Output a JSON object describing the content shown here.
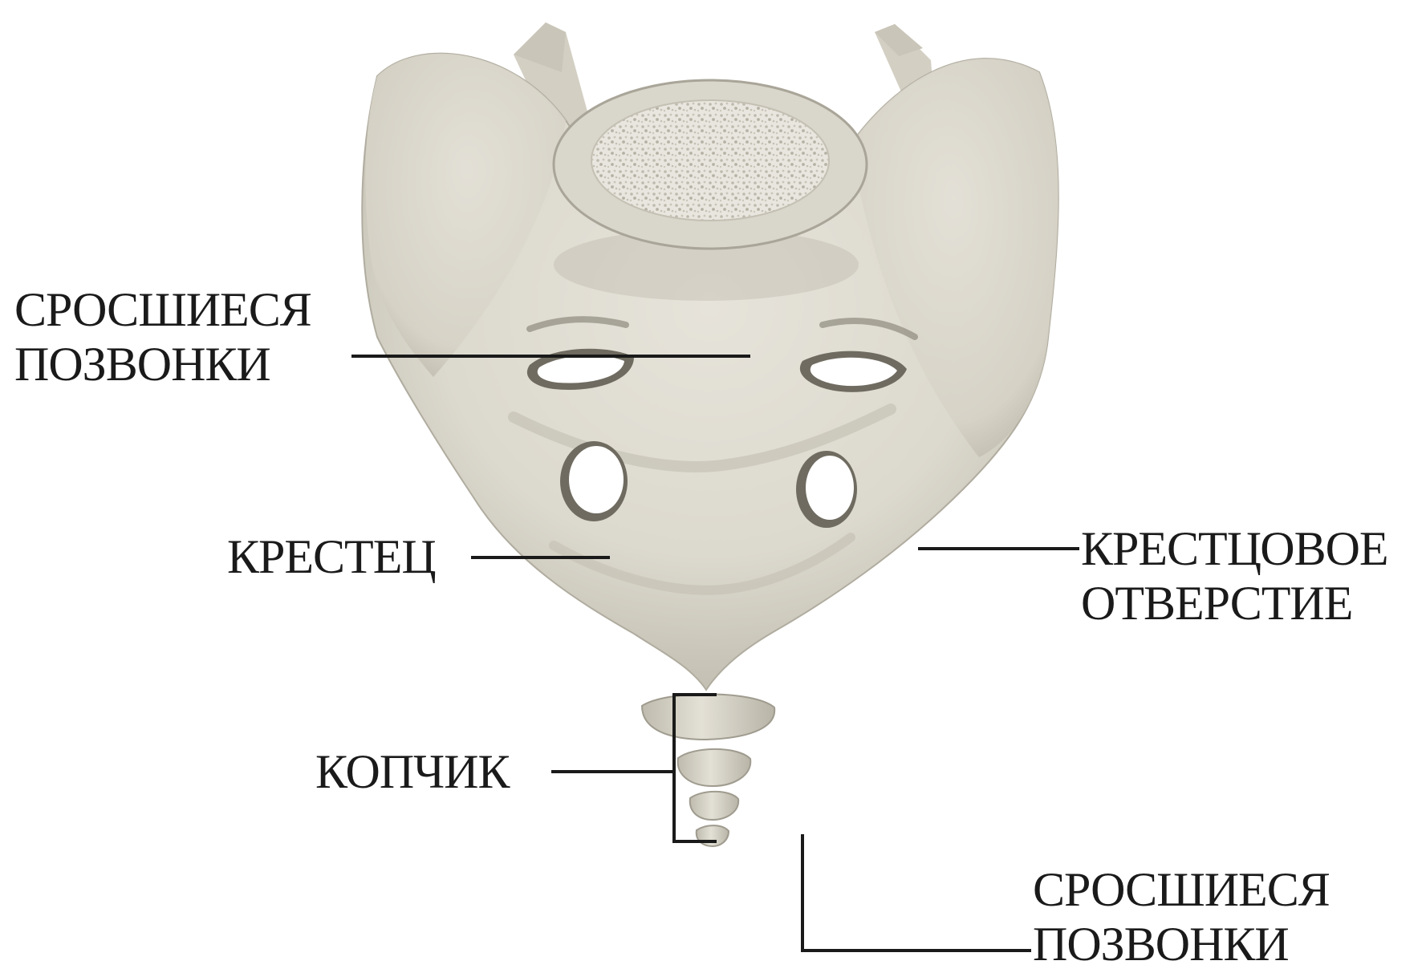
{
  "labels": {
    "fused_upper": {
      "line1": "СРОСШИЕСЯ",
      "line2": "ПОЗВОНКИ"
    },
    "sacrum": "КРЕСТЕЦ",
    "foramen": {
      "line1": "КРЕСТЦОВОЕ",
      "line2": "ОТВЕРСТИЕ"
    },
    "coccyx": "КОПЧИК",
    "fused_lower": {
      "line1": "СРОСШИЕСЯ",
      "line2": "ПОЗВОНКИ"
    }
  },
  "colors": {
    "bone": "#dedbd1",
    "bone_shadow": "#b9b5a8",
    "bone_dark": "#9a9689",
    "leader_line": "#1a1a1a",
    "text": "#1a1a1a",
    "background": "#ffffff"
  }
}
